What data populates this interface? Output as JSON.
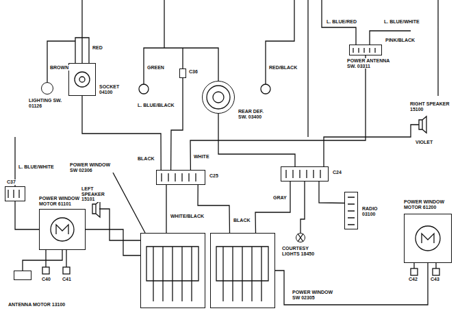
{
  "diagram": {
    "nodes": [
      {
        "text": [
          "LIGHTING SW. 01126"
        ]
      },
      {
        "text": [
          "SOCKET 04100"
        ]
      },
      {
        "text": [
          "REAR DEF. SW. 03400"
        ]
      },
      {
        "text": [
          "POWER ANTENNA SW. 03311"
        ]
      },
      {
        "text": [
          "RIGHT SPEAKER 15100"
        ]
      },
      {
        "text": [
          "C36"
        ]
      },
      {
        "text": [
          "C37"
        ]
      },
      {
        "text": [
          "POWER WINDOW MOTOR 61101"
        ]
      },
      {
        "text": [
          "LEFT SPEAKER 15101"
        ]
      },
      {
        "text": [
          "POWER WINDOW SW 02306"
        ]
      },
      {
        "text": [
          "C25"
        ]
      },
      {
        "text": [
          "C24"
        ]
      },
      {
        "text": [
          "RADIO 03100"
        ]
      },
      {
        "text": [
          "COURTESY LIGHTS 18450"
        ]
      },
      {
        "text": [
          "POWER WINDOW MOTOR 61200"
        ]
      },
      {
        "text": [
          "POWER WINDOW SW 02305"
        ]
      },
      {
        "text": [
          "ANTENNA MOTOR 13100"
        ]
      }
    ],
    "edges": [
      {
        "from": 10,
        "to": 9,
        "arrow": "none"
      },
      {
        "from": 10,
        "to": 15,
        "arrow": "none"
      },
      {
        "from": 11,
        "to": 15,
        "arrow": "none"
      },
      {
        "from": 11,
        "to": 12,
        "arrow": "none"
      },
      {
        "from": 11,
        "to": 13,
        "arrow": "none"
      },
      {
        "from": 11,
        "to": 4,
        "arrow": "none"
      },
      {
        "from": 10,
        "to": 3,
        "arrow": "none"
      },
      {
        "from": 5,
        "to": 10,
        "arrow": "none"
      },
      {
        "from": 1,
        "to": 10,
        "arrow": "none"
      },
      {
        "from": 6,
        "to": 7,
        "arrow": "none"
      },
      {
        "from": 9,
        "to": 7,
        "arrow": "none"
      },
      {
        "from": 15,
        "to": 14,
        "arrow": "none"
      },
      {
        "from": 2,
        "to": 11,
        "arrow": "none"
      },
      {
        "from": 7,
        "to": 16,
        "arrow": "none"
      },
      {
        "from": 8,
        "to": 9,
        "arrow": "none"
      }
    ],
    "labels": [
      "BROWN",
      "RED",
      "GREEN",
      "RED/BLACK",
      "L. BLUE/BLACK",
      "L. BLUE/RED",
      "L. BLUE/WHITE",
      "PINK/BLACK",
      "VIOLET",
      "L. BLUE/WHITE",
      "BLACK",
      "WHITE",
      "WHITE/BLACK",
      "GRAY",
      "BLACK",
      "C40",
      "C41",
      "C42",
      "C43"
    ]
  }
}
